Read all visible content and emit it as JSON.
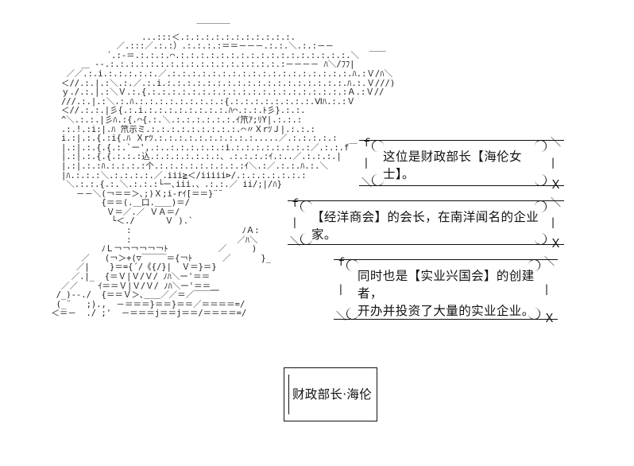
{
  "scene": {
    "kind": "ascii-art-visual-novel-frame",
    "background_color": "#ffffff",
    "text_color": "#111111"
  },
  "character_art": {
    "name": "helen-portrait-ascii",
    "description": "monospace ASCII/AA portrait of a long-haired woman in a suit",
    "lines": [
      "                              ￣￣￣￣",
      "                   ...:::＜.:.:.:.:.:.:.:.:.:.:.:.",
      "              ／.:::／.:.:）.:.:.:.:＝＝－－－.:.:.＼.:.:－－",
      "            ´.:-＝.:.:.:.⌒.:.:.:.:.:.:.:.:.:.:.:.:.:.:.:.:.:.＼  ￣￣",
      "       ＿ -‐.:.:.:.:.:.:.:.:.:.:.:.:.:.:.:.:.:.:－－－－ ﾊ＼/ﾌﾌ|",
      "    ／／.:.i.:.:.:.:.:.／.:.:.:.:.:.:.:.:.:.:.:.:.:.:.:.:.:.:.ﾊ.:Ｖ/ﾊ＼",
      "   ＜//.:.|.:＼.:.／.:.i.:.:.:.:.:.:.:.:.:.:.:.:.:.:.:.:.:.:.ﾊ.:.Ｖ///)",
      "   ｙ./.:.|.:＼Ｖ.:.{.:.:.:.:.:.:.:.:.:.:.:.:.:.:.:.:.:.:.:.:Ａ.:Ｖ//",
      "   ///.:.|.:＼.:.ﾊ.:.:.:.:.:.:.:.:.:{.:.:.:.:.:.:.:.:.Ⅵﾊ.:.:Ｖ",
      "   ＜//.:.:.|彡{.:.i.:.:.:.:.:.:.:.:.ﾊ⌒.:.:.ﾄ彡}.:.:.",
      "   ^＼.:.:.|彡ﾊ.:{.⌒{.:.＼.:.:.:.:.:.:.ｲ笊ｱ;ﾘY|.:.:.:",
      "   .:.!.:i:|.ﾊ 笊示ミ.:.:.:.:.:.:.:.:.:.⌒〃ＸrﾂＪ|.:.:.:",
      "   i.:|.:.{.:i{.ﾊ Ｘrﾂ.:.:.:.:.:.:.:.:.:.:.....／.:.:.:.:.:",
      "   |.:|.:.{.{.:.`ー',.:..:.:.:.:.:.:i.:.:.:.:.:.:.:.:／.:.:.f￣",
      "   |.:|.:.{.{.:.:.:込.:.:.:.:.:.:.:、.:.:.:.:ｲ.:..／.:.:.:.|",
      "   |.:|.:.:ﾊ.:.:.:.:个.:.:.:.:.:.:.:.:.:ｲ＼.:／.:.:.ﾊ.:.＼",
      "   |ﾊ.:.:.:＼.:.:.:.:.／.iii≧＜/iiiii⊳/.:.:.:.:.:.:.:",
      "    ＼.:.:.{.:.＼.:.:.:└ー､iii.、.:.:.／ ii/;|/ﾊ}",
      "      －－＼(￢＝＝＞､;)Ｘ;i-rｲ[＝＝}¨¨",
      "           {＝＝(.＿口.＿＿)＝/",
      "            Ｖ＝／.／ ＶＡ＝/",
      "             └＜./      Ｖ ).`",
      "                :                      ﾉＡ:",
      "                :                     ／ﾊ＼",
      "           ﾉＬ￢￢￢￢￢￢ﾄ          ／     )",
      "       ／   (￢＞+(▽￣￣￣＝{￢ﾄ      ／      }_",
      "      ／|    }＝={´/《{/}|  Ｖ＝}＝}",
      "     ／.|_  {＝Ｖ|Ｖ/Ｖ/ ﾉﾊ＼ー'＝＝",
      "   ／／    ｲ＝＝Ｖ|Ｖ/Ｖ/ ﾉﾊ＼ー'＝＝＿",
      "  /_)--./  {＝＝Ｖ＞､＿＿／／＝／￣￣￣",
      "  (_¨   ;).,  －＝＝＝}＝＝}＝＝／＝＝＝＝=/",
      " ＜＝－  ./ ;'  －＝＝＝j＝＝j＝＝/＝＝＝＝=/"
    ]
  },
  "bubbles": [
    {
      "id": "bubble-1",
      "deco_top_left": "ｆ",
      "deco_mid_left": "|",
      "deco_bottom_left": "＼",
      "deco_top_right": "＼",
      "deco_mid_right": "|",
      "deco_bottom_right": "Ｘ",
      "text": "这位是财政部长【海伦女士】。"
    },
    {
      "id": "bubble-2",
      "deco_top_left": "ｆ",
      "deco_mid_left": "|",
      "deco_bottom_left": "＼",
      "deco_top_right": "＼",
      "deco_mid_right": "|",
      "deco_bottom_right": "Ｘ",
      "text": "【经洋商会】的会长，在南洋闻名的企业家。"
    },
    {
      "id": "bubble-3",
      "deco_top_left": "ｆ",
      "deco_mid_left": "|",
      "deco_bottom_left": "＼",
      "deco_top_right": "＼",
      "deco_mid_right": "|",
      "deco_bottom_right": "Ｘ",
      "text": "同时也是【实业兴国会】的创建者，\n开办并投资了大量的实业企业。"
    }
  ],
  "name_box": {
    "label": "财政部长·海伦"
  }
}
